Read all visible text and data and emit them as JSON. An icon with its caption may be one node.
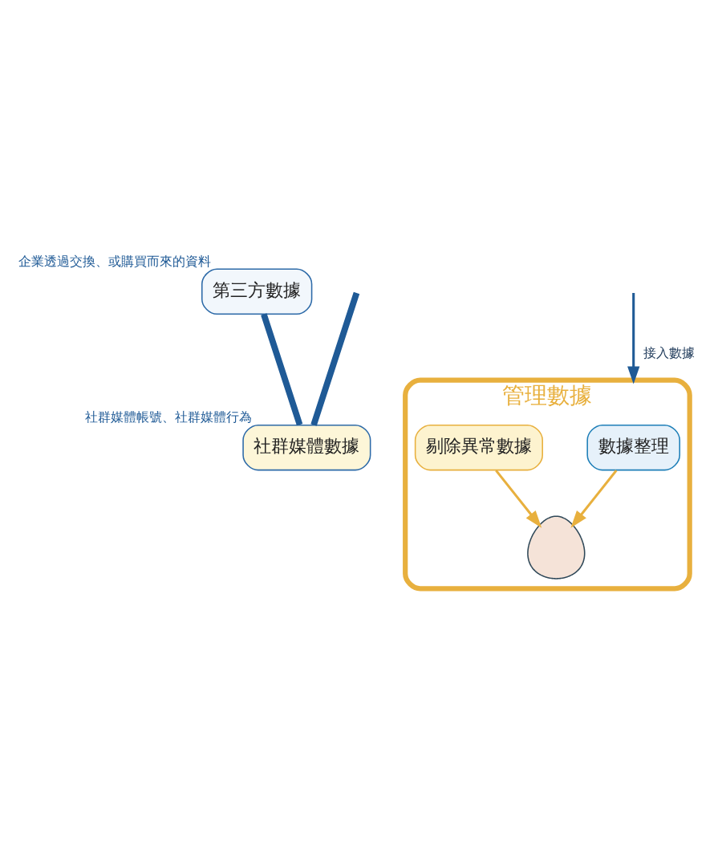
{
  "diagram": {
    "nodes": [
      {
        "text": [
          "第三方數據"
        ],
        "beside": [
          "企業透過交換、或購買而來的資料"
        ]
      },
      {
        "text": [
          "社群媒體數據"
        ],
        "beside": [
          "社群媒體帳號、社群媒體行為"
        ]
      },
      {
        "text": [
          "管理數據"
        ]
      },
      {
        "text": [
          "數據整理"
        ],
        "in": 2
      },
      {
        "text": [
          "剔除異常數據"
        ],
        "in": 2
      },
      {
        "text": [],
        "shape": "person",
        "in": 2
      }
    ],
    "edges": [
      {
        "from": null,
        "to": 1,
        "arrow": "none",
        "style": "thick"
      },
      {
        "from": 0,
        "to": 1,
        "arrow": "none",
        "style": "thick"
      },
      {
        "from": null,
        "to": 2,
        "arrow": "to",
        "label": "接入數據"
      },
      {
        "from": 3,
        "to": 5,
        "arrow": "to",
        "color": "#e8b03e"
      },
      {
        "from": 4,
        "to": 5,
        "arrow": "to",
        "color": "#e8b03e"
      }
    ]
  }
}
